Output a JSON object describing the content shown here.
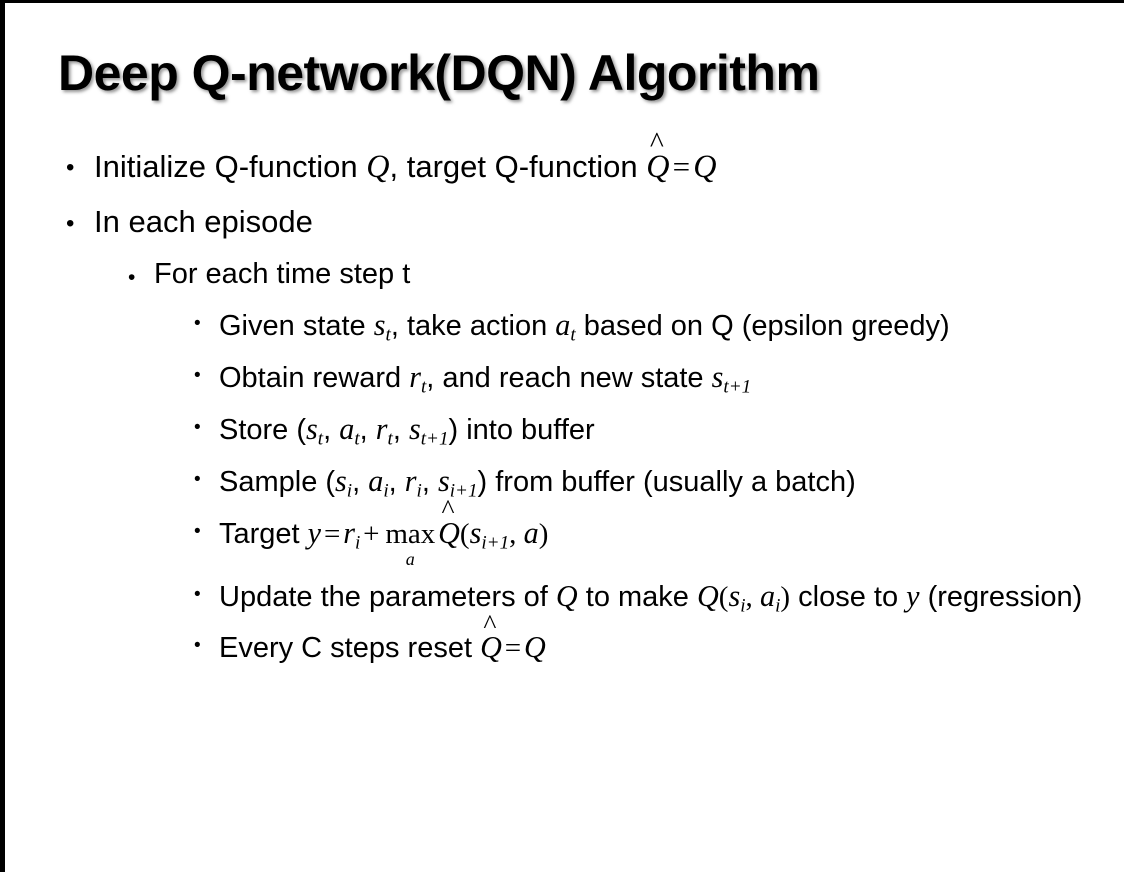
{
  "slide": {
    "title": "Deep Q-network(DQN) Algorithm",
    "background_color": "#ffffff",
    "text_color": "#000000",
    "edge_bar_color": "#000000",
    "bullet_glyph": "•"
  },
  "content": {
    "l1_initialize": {
      "pre": "Initialize Q-function ",
      "q1": "Q",
      "mid": ", target Q-function ",
      "qhat": "Q",
      "hat": "^",
      "eq": "=",
      "q2": "Q"
    },
    "l1_in_each_episode": "In each episode",
    "l2_for_each_time_step": "For each time step t",
    "l3_given_state": {
      "pre": "Given state ",
      "s": "s",
      "s_sub": "t",
      "mid": ", take action ",
      "a": "a",
      "a_sub": "t",
      "post": " based on Q (epsilon greedy)"
    },
    "l3_obtain_reward": {
      "pre": "Obtain reward ",
      "r": "r",
      "r_sub": "t",
      "mid": ", and reach new state ",
      "s": "s",
      "s_sub": "t+1"
    },
    "l3_store": {
      "pre": "Store (",
      "s1": "s",
      "s1_sub": "t",
      "c1": ", ",
      "a1": "a",
      "a1_sub": "t",
      "c2": ", ",
      "r1": "r",
      "r1_sub": "t",
      "c3": ", ",
      "s2": "s",
      "s2_sub": "t+1",
      "post": ") into buffer"
    },
    "l3_sample": {
      "pre": "Sample (",
      "s1": "s",
      "s1_sub": "i",
      "c1": ", ",
      "a1": "a",
      "a1_sub": "i",
      "c2": ", ",
      "r1": "r",
      "r1_sub": "i",
      "c3": ", ",
      "s2": "s",
      "s2_sub": "i+1",
      "post": ") from buffer (usually a batch)"
    },
    "l3_target": {
      "pre": "Target ",
      "y": "y",
      "eq": "=",
      "r": "r",
      "r_sub": "i",
      "plus": "+",
      "max": "max",
      "max_sub": "a",
      "qhat": "Q",
      "hat": "^",
      "open": "(",
      "s": "s",
      "s_sub": "i+1",
      "comma": ", ",
      "a": "a",
      "close": ")"
    },
    "l3_update": {
      "pre": "Update the parameters of ",
      "q1": "Q",
      "mid": " to make ",
      "q2": "Q",
      "open": "(",
      "s": "s",
      "s_sub": "i",
      "comma": ", ",
      "a": "a",
      "a_sub": "i",
      "close": ")",
      "post": " close to ",
      "y": "y",
      "tail": " (regression)"
    },
    "l3_every_c": {
      "pre": "Every C steps reset ",
      "qhat": "Q",
      "hat": "^",
      "eq": "=",
      "q2": "Q"
    }
  }
}
